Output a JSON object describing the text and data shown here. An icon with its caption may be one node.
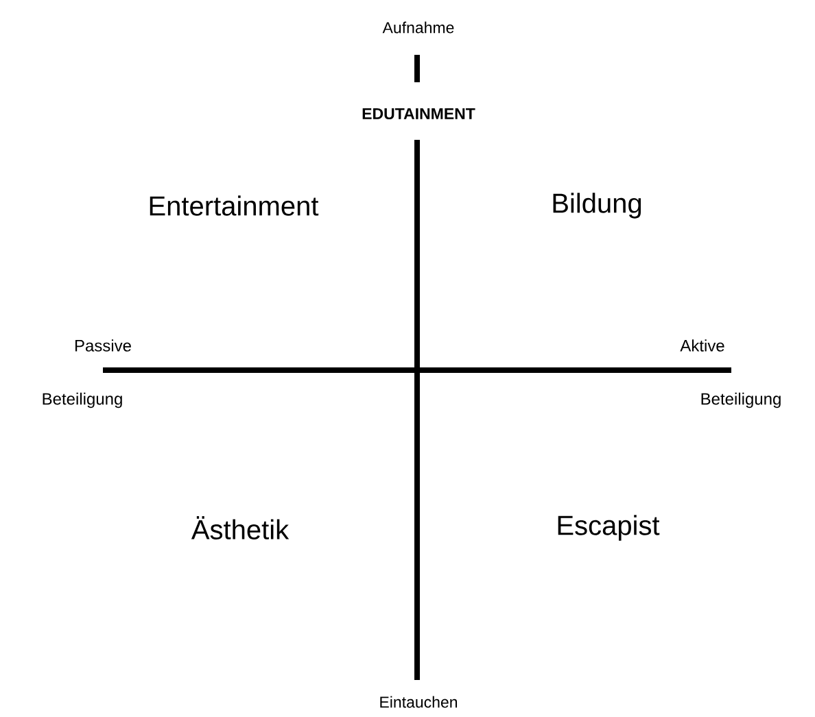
{
  "diagram": {
    "labels": [
      "Aufnahme",
      "EDUTAINMENT",
      "Entertainment",
      "Bildung",
      "Passive",
      "Aktive",
      "Beteiligung",
      "Beteiligung",
      "Ästhetik",
      "Escapist",
      "Eintauchen"
    ]
  }
}
